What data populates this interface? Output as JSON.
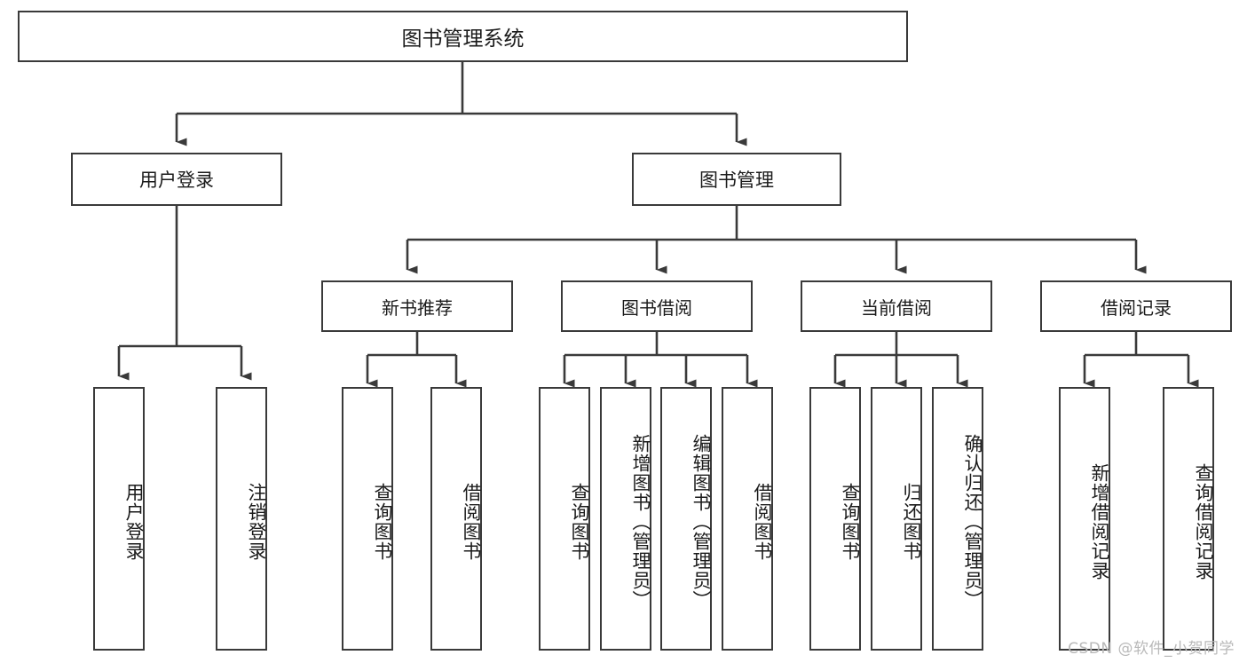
{
  "diagram": {
    "title": "图书管理系统",
    "type": "functional-structure-tree",
    "root": {
      "label": "图书管理系统"
    },
    "branches": [
      {
        "label": "用户登录",
        "children": [
          {
            "label": "用户登录"
          },
          {
            "label": "注销登录"
          }
        ]
      },
      {
        "label": "图书管理",
        "groups": [
          {
            "label": "新书推荐",
            "children": [
              {
                "label": "查询图书"
              },
              {
                "label": "借阅图书"
              }
            ]
          },
          {
            "label": "图书借阅",
            "children": [
              {
                "label": "查询图书"
              },
              {
                "label": "新增图书（管理员）"
              },
              {
                "label": "编辑图书（管理员）"
              },
              {
                "label": "借阅图书"
              }
            ]
          },
          {
            "label": "当前借阅",
            "children": [
              {
                "label": "查询图书"
              },
              {
                "label": "归还图书"
              },
              {
                "label": "确认归还（管理员）"
              }
            ]
          },
          {
            "label": "借阅记录",
            "children": [
              {
                "label": "新增借阅记录"
              },
              {
                "label": "查询借阅记录"
              }
            ]
          }
        ]
      }
    ],
    "watermark": "CSDN @软件_小贺同学",
    "colors": {
      "stroke": "#3a3a3a",
      "fill": "#ffffff",
      "text": "#1b1b1b",
      "watermark": "#b9b9b9"
    }
  }
}
